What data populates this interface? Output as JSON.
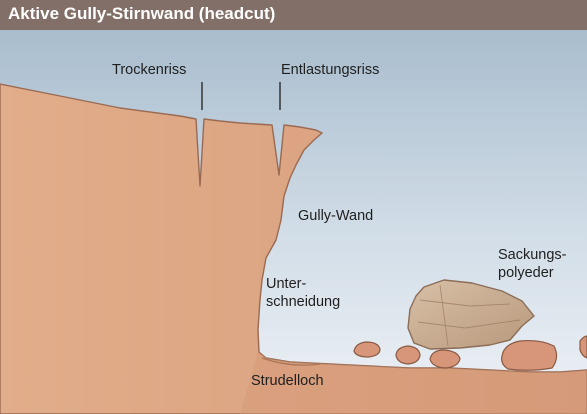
{
  "title": "Aktive Gully-Stirnwand (headcut)",
  "labels": {
    "trockenriss": "Trockenriss",
    "entlastungsriss": "Entlastungsriss",
    "gully_wand": "Gully-Wand",
    "unterschneidung_1": "Unter-",
    "unterschneidung_2": "schneidung",
    "sackungspolyeder_1": "Sackungs-",
    "sackungspolyeder_2": "polyeder",
    "strudelloch": "Strudelloch"
  },
  "colors": {
    "title_bar": "#826f67",
    "sky_top": "#a9bdce",
    "sky_bottom": "#eef2f6",
    "soil": "#dea683",
    "soil_dark": "#c48869",
    "block": "#c9ab8e",
    "pebble": "#d7967a"
  }
}
